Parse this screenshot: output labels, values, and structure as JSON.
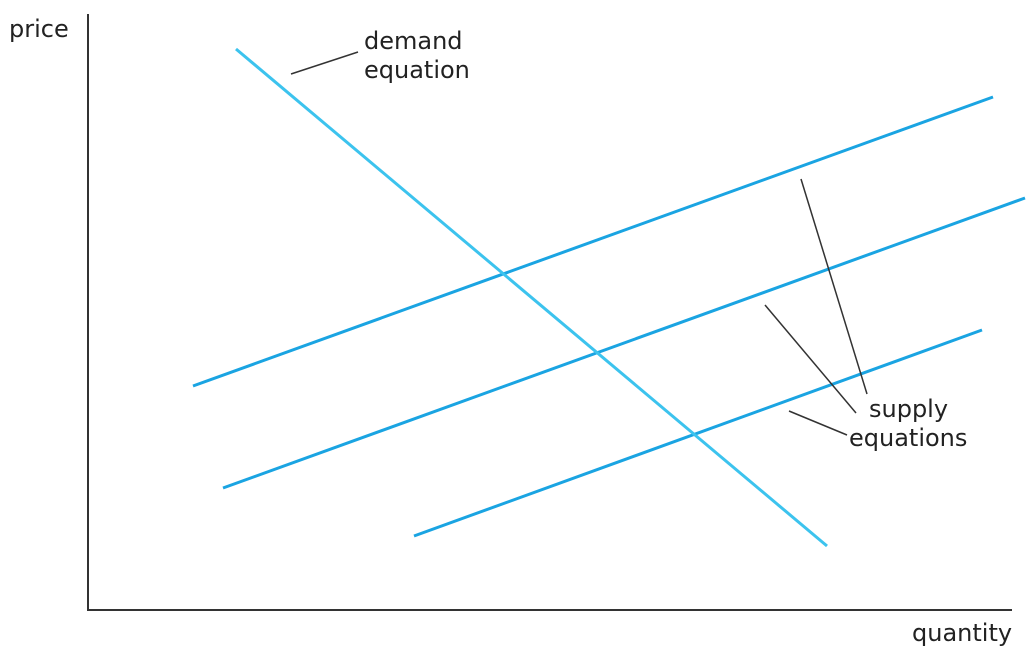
{
  "axes": {
    "y_label": "price",
    "x_label": "quantity"
  },
  "labels": {
    "demand_line1": "demand",
    "demand_line2": "equation",
    "supply_line1": "supply",
    "supply_line2": "equations"
  },
  "colors": {
    "demand": "#3cc3ee",
    "supply": "#1aa4e2",
    "axis": "#333333",
    "leader": "#333333"
  }
}
